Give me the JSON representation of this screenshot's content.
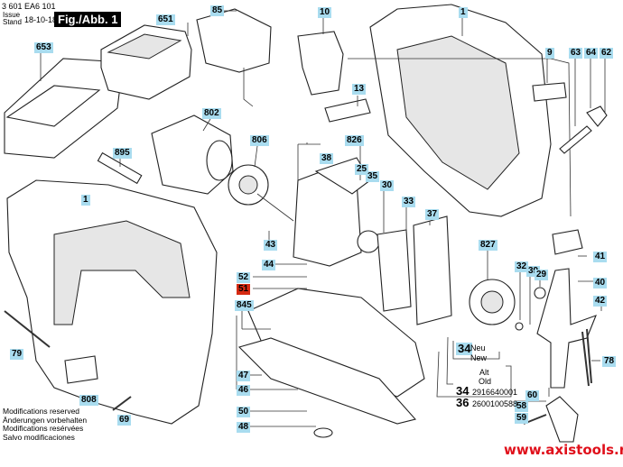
{
  "header": {
    "part_number": "3 601 EA6 101",
    "issue_label_en": "Issue",
    "issue_label_de": "Stand",
    "issue_date": "18-10-18",
    "figure_label": "Fig./Abb. 1"
  },
  "footer_notes": [
    "Modifications reserved",
    "Änderungen vorbehalten",
    "Modifications resérvées",
    "Salvo modificaciones"
  ],
  "watermark": "www.axistools.ru",
  "callouts": {
    "c85": "85",
    "c651": "651",
    "c653": "653",
    "c10": "10",
    "c1a": "1",
    "c9": "9",
    "c63": "63",
    "c64": "64",
    "c62": "62",
    "c13": "13",
    "c802": "802",
    "c806": "806",
    "c895": "895",
    "c826": "826",
    "c38": "38",
    "c25": "25",
    "c35": "35",
    "c30": "30",
    "c33": "33",
    "c37": "37",
    "c1b": "1",
    "c43": "43",
    "c44": "44",
    "c52": "52",
    "c51": "51",
    "c845": "845",
    "c827": "827",
    "c41": "41",
    "c32": "32",
    "c39": "39",
    "c29": "29",
    "c40": "40",
    "c42": "42",
    "c79": "79",
    "c78": "78",
    "c808": "808",
    "c69": "69",
    "c47": "47",
    "c46": "46",
    "c50": "50",
    "c48": "48",
    "c60": "60",
    "c58": "58",
    "c59": "59"
  },
  "replacement_box": {
    "new_part": "34",
    "new_label_de": "Neu",
    "new_label_en": "New",
    "old_label_de": "Alt",
    "old_label_en": "Old",
    "old_items": [
      {
        "ref": "34",
        "number": "2916640001"
      },
      {
        "ref": "36",
        "number": "2600100588"
      }
    ]
  },
  "colors": {
    "callout_bg": "#a9dcef",
    "highlight_callout_bg": "#d62a12",
    "watermark": "#e0101b"
  }
}
